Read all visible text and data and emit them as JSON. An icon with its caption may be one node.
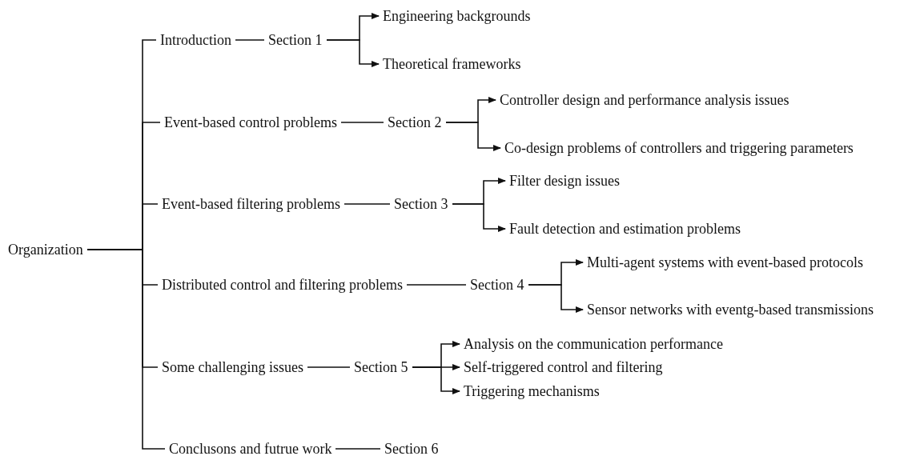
{
  "diagram": {
    "nodes": [
      {
        "text": [
          "Organization"
        ]
      },
      {
        "text": [
          "Introduction"
        ]
      },
      {
        "text": [
          "Section 1"
        ]
      },
      {
        "text": [
          "Engineering backgrounds"
        ]
      },
      {
        "text": [
          "Theoretical frameworks"
        ]
      },
      {
        "text": [
          "Event-based control problems"
        ]
      },
      {
        "text": [
          "Section 2"
        ]
      },
      {
        "text": [
          "Controller design and performance analysis issues"
        ]
      },
      {
        "text": [
          "Co-design problems of controllers and triggering parameters"
        ]
      },
      {
        "text": [
          "Event-based filtering problems"
        ]
      },
      {
        "text": [
          "Section 3"
        ]
      },
      {
        "text": [
          "Filter design issues"
        ]
      },
      {
        "text": [
          "Fault detection and estimation problems"
        ]
      },
      {
        "text": [
          "Distributed control and filtering problems"
        ]
      },
      {
        "text": [
          "Section 4"
        ]
      },
      {
        "text": [
          "Multi-agent systems with event-based protocols"
        ]
      },
      {
        "text": [
          "Sensor networks with eventg-based transmissions"
        ]
      },
      {
        "text": [
          "Some challenging issues"
        ]
      },
      {
        "text": [
          "Section 5"
        ]
      },
      {
        "text": [
          "Analysis on the communication performance"
        ]
      },
      {
        "text": [
          "Self-triggered control and filtering"
        ]
      },
      {
        "text": [
          "Triggering mechanisms"
        ]
      },
      {
        "text": [
          "Conclusons and futrue work"
        ]
      },
      {
        "text": [
          "Section 6"
        ]
      }
    ],
    "edges": [
      {
        "from": 0,
        "to": 1,
        "arrow": "none"
      },
      {
        "from": 0,
        "to": 5,
        "arrow": "none"
      },
      {
        "from": 0,
        "to": 9,
        "arrow": "none"
      },
      {
        "from": 0,
        "to": 13,
        "arrow": "none"
      },
      {
        "from": 0,
        "to": 17,
        "arrow": "none"
      },
      {
        "from": 0,
        "to": 22,
        "arrow": "none"
      },
      {
        "from": 1,
        "to": 2,
        "arrow": "none"
      },
      {
        "from": 2,
        "to": 3,
        "arrow": "to"
      },
      {
        "from": 2,
        "to": 4,
        "arrow": "to"
      },
      {
        "from": 5,
        "to": 6,
        "arrow": "none"
      },
      {
        "from": 6,
        "to": 7,
        "arrow": "to"
      },
      {
        "from": 6,
        "to": 8,
        "arrow": "to"
      },
      {
        "from": 9,
        "to": 10,
        "arrow": "none"
      },
      {
        "from": 10,
        "to": 11,
        "arrow": "to"
      },
      {
        "from": 10,
        "to": 12,
        "arrow": "to"
      },
      {
        "from": 13,
        "to": 14,
        "arrow": "none"
      },
      {
        "from": 14,
        "to": 15,
        "arrow": "to"
      },
      {
        "from": 14,
        "to": 16,
        "arrow": "to"
      },
      {
        "from": 17,
        "to": 18,
        "arrow": "none"
      },
      {
        "from": 18,
        "to": 19,
        "arrow": "to"
      },
      {
        "from": 18,
        "to": 20,
        "arrow": "to"
      },
      {
        "from": 18,
        "to": 21,
        "arrow": "to"
      },
      {
        "from": 22,
        "to": 23,
        "arrow": "none"
      }
    ]
  }
}
